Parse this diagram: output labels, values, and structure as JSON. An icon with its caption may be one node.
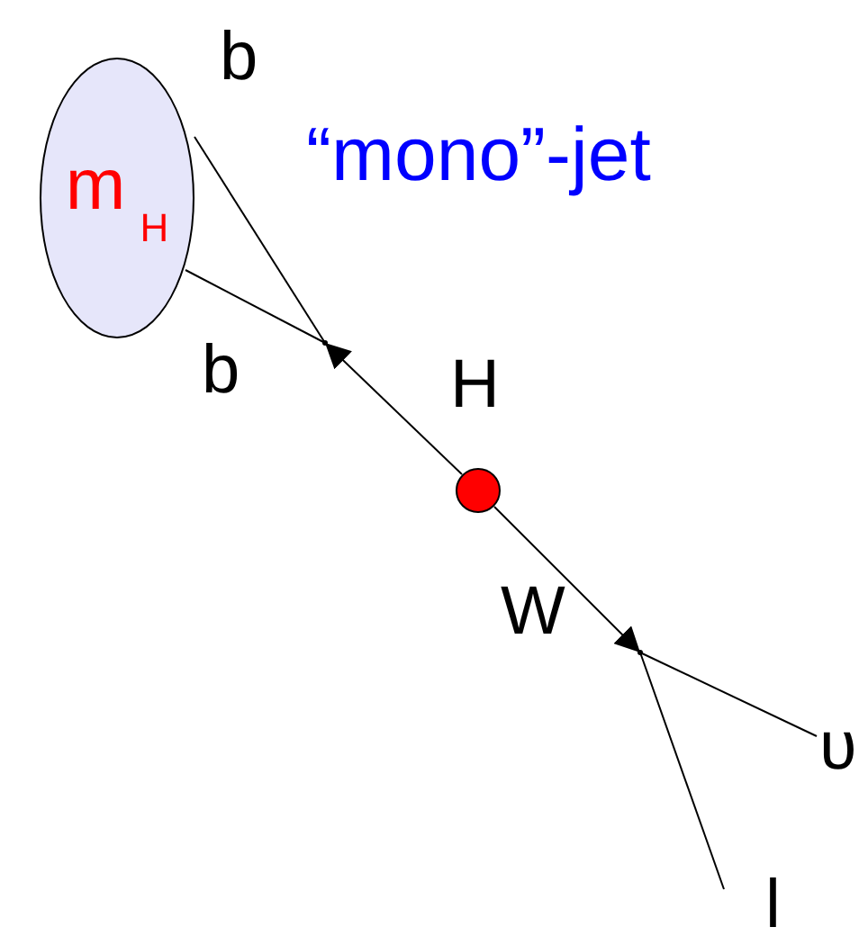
{
  "diagram": {
    "nodes": [
      {
        "text": [
          "m$_{H}$"
        ]
      },
      {
        "text": [],
        "shape": "circle"
      },
      {
        "text": [],
        "shape": "point"
      },
      {
        "text": [],
        "shape": "point"
      },
      {
        "text": [
          "υ"
        ]
      },
      {
        "text": [
          "l"
        ]
      }
    ],
    "edges": [
      {
        "from": 2,
        "to": 0,
        "arrow": "none",
        "label": "b"
      },
      {
        "from": 2,
        "to": 0,
        "arrow": "none",
        "label": "b"
      },
      {
        "from": 1,
        "to": 2,
        "arrow": "to",
        "label": "H"
      },
      {
        "from": 1,
        "to": 3,
        "arrow": "to",
        "label": "W"
      },
      {
        "from": 3,
        "to": 4,
        "arrow": "none"
      },
      {
        "from": 3,
        "to": 5,
        "arrow": "none"
      }
    ],
    "labels": [
      "“mono”-jet"
    ]
  }
}
